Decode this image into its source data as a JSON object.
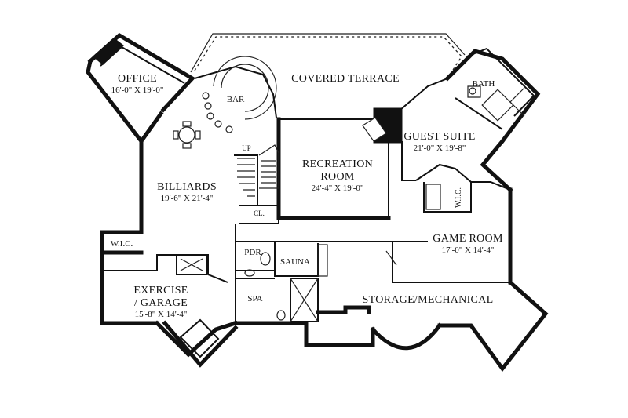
{
  "rooms": {
    "office": {
      "name": "OFFICE",
      "dim": "16'-0\" X 19'-0\""
    },
    "covered_terrace": {
      "name": "COVERED TERRACE"
    },
    "bar": {
      "name": "BAR"
    },
    "bath": {
      "name": "BATH"
    },
    "guest_suite": {
      "name": "GUEST SUITE",
      "dim": "21'-0\" X 19'-8\""
    },
    "recreation_room": {
      "name_line1": "RECREATION",
      "name_line2": "ROOM",
      "dim": "24'-4\" X 19'-0\""
    },
    "billiards": {
      "name": "BILLIARDS",
      "dim": "19'-6\" X 21'-4\""
    },
    "up": {
      "name": "UP"
    },
    "closet": {
      "name": "CL."
    },
    "wic_guest": {
      "name": "W.I.C."
    },
    "wic_left": {
      "name": "W.I.C."
    },
    "game_room": {
      "name": "GAME ROOM",
      "dim": "17'-0\" X 14'-4\""
    },
    "pdr": {
      "name": "PDR"
    },
    "sauna": {
      "name": "SAUNA"
    },
    "spa": {
      "name": "SPA"
    },
    "exercise_garage": {
      "name_line1": "EXERCISE",
      "name_line2": "/ GARAGE",
      "dim": "15'-8\" X 14'-4\""
    },
    "storage_mechanical": {
      "name": "STORAGE/MECHANICAL"
    }
  }
}
